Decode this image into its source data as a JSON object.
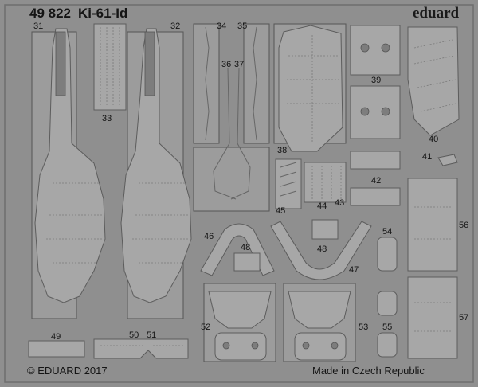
{
  "header": {
    "set_number": "49 822",
    "title": "Ki-61-Id",
    "brand": "eduard"
  },
  "footer": {
    "copyright": "© EDUARD 2017",
    "origin": "Made in Czech Republic"
  },
  "part_numbers": [
    "31",
    "32",
    "33",
    "34",
    "35",
    "36",
    "37",
    "38",
    "39",
    "40",
    "41",
    "42",
    "43",
    "44",
    "45",
    "46",
    "47",
    "48",
    "48",
    "49",
    "50",
    "51",
    "52",
    "53",
    "54",
    "55",
    "56",
    "57"
  ],
  "colors": {
    "sheet": "#8f8f8f",
    "part": "#a7a7a7",
    "outline": "#5c5c5c"
  }
}
